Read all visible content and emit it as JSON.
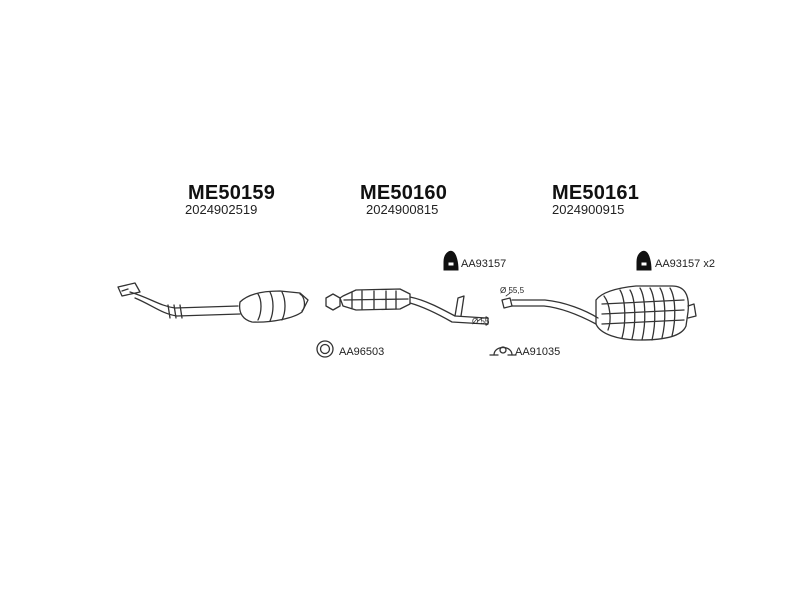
{
  "assemblies": [
    {
      "code": "ME50159",
      "oe": "2024902519"
    },
    {
      "code": "ME50160",
      "oe": "2024900815"
    },
    {
      "code": "ME50161",
      "oe": "2024900915"
    }
  ],
  "accessories": {
    "mount_1": "AA93157",
    "mount_2": "AA93157 x2",
    "gasket": "AA96503",
    "clamp": "AA91035"
  },
  "dimensions": {
    "pipe_end": "Ø 55",
    "pipe_start": "Ø 55,5"
  }
}
